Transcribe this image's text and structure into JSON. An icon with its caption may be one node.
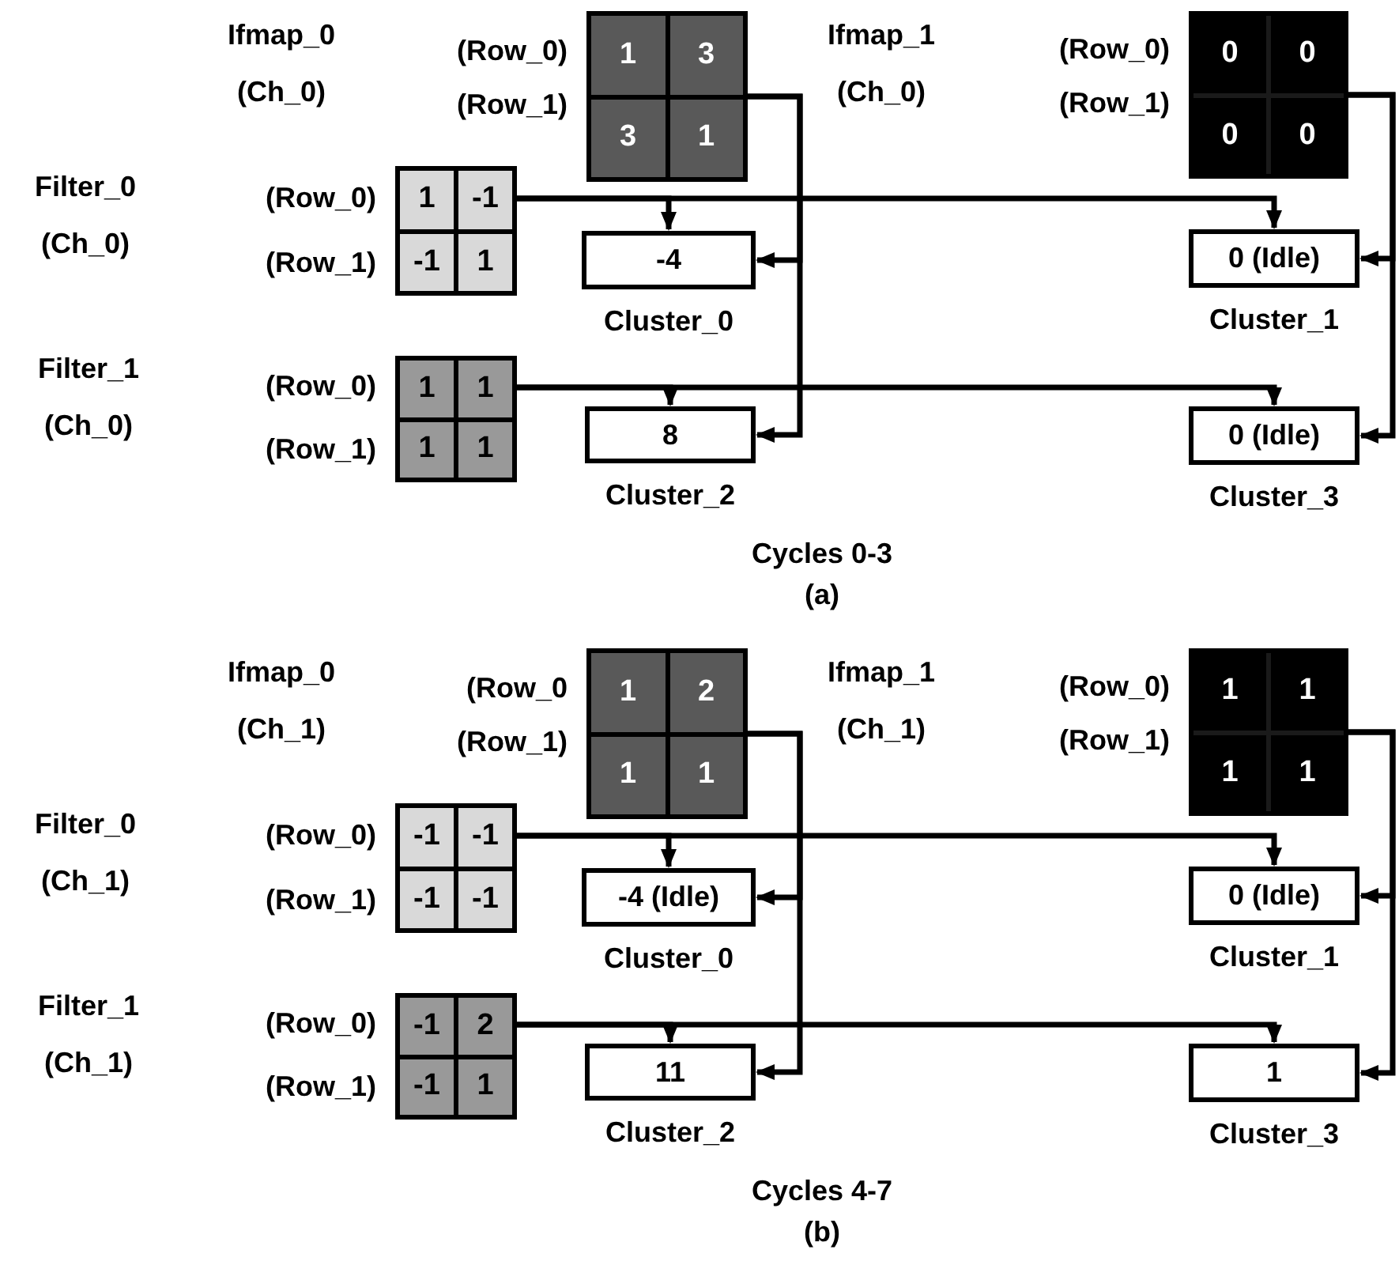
{
  "diagram": {
    "nodes": [
      {
        "text": [
          "1",
          "3",
          "3",
          "1"
        ],
        "beside": [
          "(Row_0)",
          "(Row_1)"
        ]
      },
      {
        "text": [
          "0",
          "0",
          "0",
          "0"
        ],
        "beside": [
          "(Row_0)",
          "(Row_1)"
        ]
      },
      {
        "text": [
          "1",
          "-1",
          "-1",
          "1"
        ],
        "beside": [
          "(Row_0)",
          "(Row_1)"
        ]
      },
      {
        "text": [
          "-4"
        ],
        "beside": [
          "Cluster_0"
        ]
      },
      {
        "text": [
          "0 (Idle)"
        ],
        "beside": [
          "Cluster_1"
        ]
      },
      {
        "text": [
          "1",
          "1",
          "1",
          "1"
        ],
        "beside": [
          "(Row_0)",
          "(Row_1)"
        ]
      },
      {
        "text": [
          "8"
        ],
        "beside": [
          "Cluster_2"
        ]
      },
      {
        "text": [
          "0 (Idle)"
        ],
        "beside": [
          "Cluster_3"
        ]
      },
      {
        "text": [
          "1",
          "2",
          "1",
          "1"
        ],
        "beside": [
          "(Row_0",
          "(Row_1)"
        ]
      },
      {
        "text": [
          "1",
          "1",
          "1",
          "1"
        ],
        "beside": [
          "(Row_0)",
          "(Row_1)"
        ]
      },
      {
        "text": [
          "-1",
          "-1",
          "-1",
          "-1"
        ],
        "beside": [
          "(Row_0)",
          "(Row_1)"
        ]
      },
      {
        "text": [
          "-4 (Idle)"
        ],
        "beside": [
          "Cluster_0"
        ]
      },
      {
        "text": [
          "0 (Idle)"
        ],
        "beside": [
          "Cluster_1"
        ]
      },
      {
        "text": [
          "-1",
          "2",
          "-1",
          "1"
        ],
        "beside": [
          "(Row_0)",
          "(Row_1)"
        ]
      },
      {
        "text": [
          "11"
        ],
        "beside": [
          "Cluster_2"
        ]
      },
      {
        "text": [
          "1"
        ],
        "beside": [
          "Cluster_3"
        ]
      }
    ],
    "edges": [
      {
        "from": 0,
        "to": 3,
        "arrow": "to"
      },
      {
        "from": 0,
        "to": 6,
        "arrow": "to"
      },
      {
        "from": 1,
        "to": 4,
        "arrow": "to"
      },
      {
        "from": 1,
        "to": 7,
        "arrow": "to"
      },
      {
        "from": 2,
        "to": 3,
        "arrow": "to"
      },
      {
        "from": 2,
        "to": 4,
        "arrow": "to"
      },
      {
        "from": 5,
        "to": 6,
        "arrow": "to"
      },
      {
        "from": 5,
        "to": 7,
        "arrow": "to"
      },
      {
        "from": 8,
        "to": 11,
        "arrow": "to"
      },
      {
        "from": 8,
        "to": 14,
        "arrow": "to"
      },
      {
        "from": 9,
        "to": 12,
        "arrow": "to"
      },
      {
        "from": 9,
        "to": 15,
        "arrow": "to"
      },
      {
        "from": 10,
        "to": 11,
        "arrow": "to"
      },
      {
        "from": 10,
        "to": 12,
        "arrow": "to"
      },
      {
        "from": 13,
        "to": 14,
        "arrow": "to"
      },
      {
        "from": 13,
        "to": 15,
        "arrow": "to"
      }
    ],
    "labels": [
      "Ifmap_0 (Ch_0)",
      "Ifmap_1 (Ch_0)",
      "Filter_0 (Ch_0)",
      "Filter_1 (Ch_0)",
      "Cycles 0-3",
      "(a)",
      "Ifmap_0 (Ch_1)",
      "Ifmap_1 (Ch_1)",
      "Filter_0 (Ch_1)",
      "Filter_1 (Ch_1)",
      "Cycles 4-7",
      "(b)"
    ]
  }
}
